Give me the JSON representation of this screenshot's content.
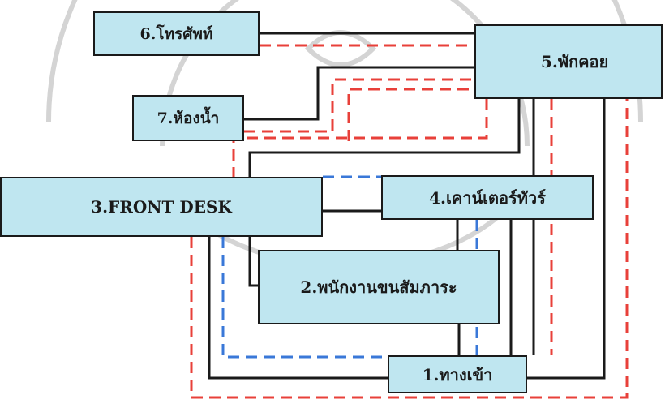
{
  "diagram": {
    "nodes": [
      {
        "id": "phone",
        "label": "6.โทรศัพท์"
      },
      {
        "id": "toilet",
        "label": "7.ห้องน้ำ"
      },
      {
        "id": "lounge",
        "label": "5.พักคอย"
      },
      {
        "id": "front_desk",
        "label": "3.FRONT DESK"
      },
      {
        "id": "tour_counter",
        "label": "4.เคาน์เตอร์ทัวร์"
      },
      {
        "id": "porter",
        "label": "2.พนักงานขนสัมภาระ"
      },
      {
        "id": "entrance",
        "label": "1.ทางเข้า"
      }
    ],
    "edges": [
      {
        "from": "phone",
        "to": "lounge",
        "style": "solid-black"
      },
      {
        "from": "phone",
        "to": "lounge",
        "style": "dashed-red"
      },
      {
        "from": "toilet",
        "to": "lounge",
        "style": "solid-black"
      },
      {
        "from": "toilet",
        "to": "lounge",
        "style": "dashed-red"
      },
      {
        "from": "front_desk",
        "to": "tour_counter",
        "style": "solid-black"
      },
      {
        "from": "front_desk",
        "to": "porter",
        "style": "solid-black"
      },
      {
        "from": "front_desk",
        "to": "entrance",
        "style": "solid-black"
      },
      {
        "from": "front_desk",
        "to": "entrance",
        "style": "dashed-blue"
      },
      {
        "from": "front_desk",
        "to": "entrance",
        "style": "dashed-red"
      },
      {
        "from": "tour_counter",
        "to": "entrance",
        "style": "solid-black"
      },
      {
        "from": "tour_counter",
        "to": "entrance",
        "style": "dashed-blue"
      },
      {
        "from": "porter",
        "to": "entrance",
        "style": "solid-black"
      },
      {
        "from": "lounge",
        "to": "entrance",
        "style": "solid-black"
      },
      {
        "from": "lounge",
        "to": "entrance",
        "style": "dashed-red"
      },
      {
        "from": "lounge",
        "to": "front_desk",
        "style": "solid-black"
      },
      {
        "from": "lounge",
        "to": "front_desk",
        "style": "dashed-red"
      }
    ]
  },
  "colors": {
    "box_fill": "#bfe6f0",
    "box_border": "#1a1a1a",
    "line_black": "#1a1a1a",
    "line_red": "#e8403a",
    "line_blue": "#3a78d8",
    "watermark": "#c8c8c8"
  }
}
